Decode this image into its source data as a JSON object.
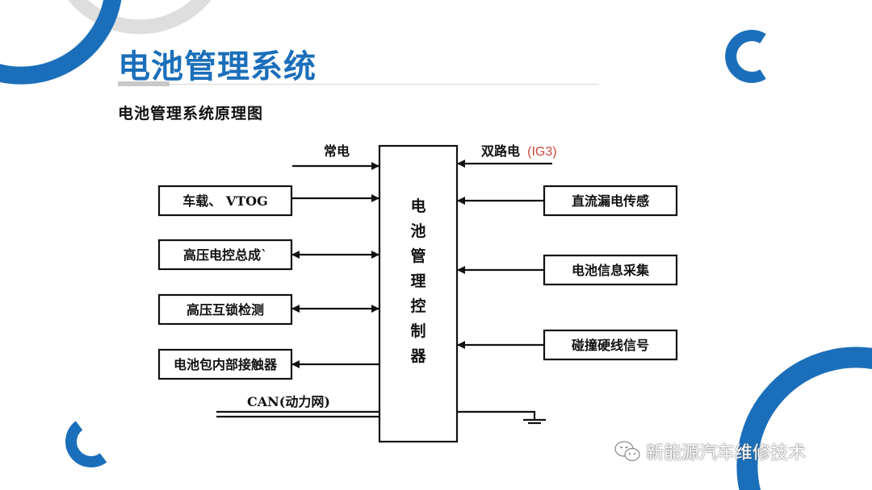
{
  "slide": {
    "title": "电池管理系统",
    "subtitle": "电池管理系统原理图"
  },
  "diagram": {
    "center_chars": [
      "电",
      "池",
      "管",
      "理",
      "控",
      "制",
      "器"
    ],
    "left_top_label": "常电",
    "right_top_label_main": "双路电",
    "right_top_label_note": "(IG3)",
    "left_boxes": [
      "车载、 VTOG",
      "高压电控总成`",
      "高压互锁检测",
      "电池包内部接触器"
    ],
    "right_boxes": [
      "直流漏电传感",
      "电池信息采集",
      "碰撞硬线信号"
    ],
    "bus_label": "CAN(动力网)"
  },
  "watermark": {
    "text": "新能源汽车维修技术",
    "icon": "wechat-icon"
  },
  "colors": {
    "brand_blue": "#1b6fba",
    "deco_gray": "#dedede",
    "note_red": "#d0453e"
  }
}
